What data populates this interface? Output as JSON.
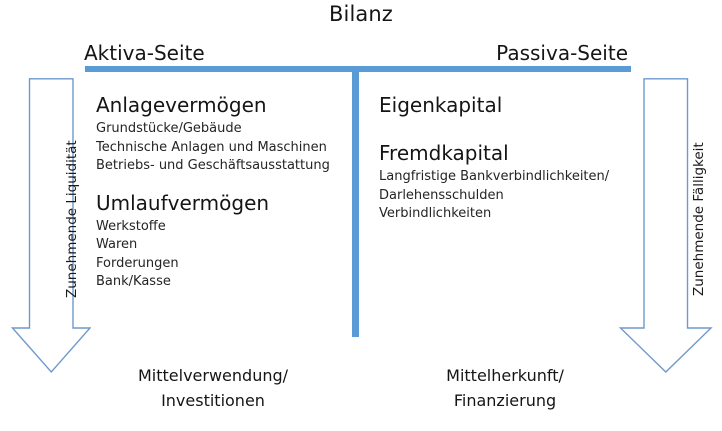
{
  "title": "Bilanz",
  "sides": {
    "assets": {
      "heading": "Aktiva-Seite",
      "groups": [
        {
          "title": "Anlagevermögen",
          "items": [
            "Grundstücke/Gebäude",
            "Technische Anlagen und Maschinen",
            "Betriebs- und Geschäftsausstattung"
          ]
        },
        {
          "title": "Umlaufvermögen",
          "items": [
            "Werkstoffe",
            "Waren",
            "Forderungen",
            "Bank/Kasse"
          ]
        }
      ],
      "caption_line1": "Mittelverwendung/",
      "caption_line2": "Investitionen"
    },
    "liabilities": {
      "heading": "Passiva-Seite",
      "groups": [
        {
          "title": "Eigenkapital",
          "items": []
        },
        {
          "title": "Fremdkapital",
          "items": [
            "Langfristige Bankverbindlichkeiten/",
            "Darlehensschulden",
            "Verbindlichkeiten"
          ]
        }
      ],
      "caption_line1": "Mittelherkunft/",
      "caption_line2": "Finanzierung"
    }
  },
  "arrows": {
    "left": {
      "label": "Zunehmende Liquidität",
      "direction": "down"
    },
    "right": {
      "label": "Zunehmende Fälligkeit",
      "direction": "down"
    }
  },
  "colors": {
    "accent_blue": "#5B9BD5",
    "arrow_outline": "#6E98CE",
    "text": "#151515",
    "background": "#FFFFFF"
  }
}
